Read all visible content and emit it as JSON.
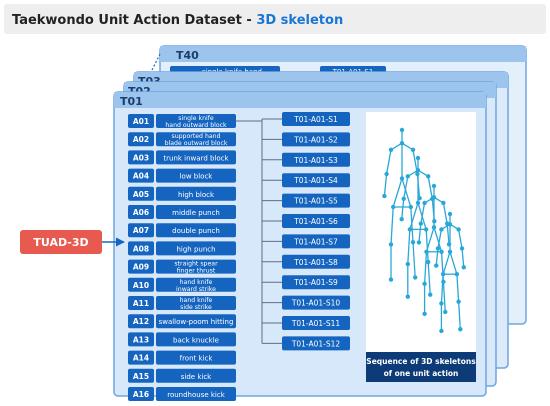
{
  "title": {
    "main": "Taekwondo Unit Action Dataset - ",
    "accent": "3D skeleton"
  },
  "badge": "TUAD-3D",
  "cards": {
    "back": "T40",
    "mid1": "T03",
    "mid2": "T02",
    "front": "T01",
    "peek_action": "single knife hand",
    "peek_sample": "T01-A01-S1"
  },
  "actions": [
    {
      "code": "A01",
      "label": "single knife hand outward block"
    },
    {
      "code": "A02",
      "label": "supported hand blade outward block"
    },
    {
      "code": "A03",
      "label": "trunk inward block"
    },
    {
      "code": "A04",
      "label": "low block"
    },
    {
      "code": "A05",
      "label": "high block"
    },
    {
      "code": "A06",
      "label": "middle punch"
    },
    {
      "code": "A07",
      "label": "double punch"
    },
    {
      "code": "A08",
      "label": "high punch"
    },
    {
      "code": "A09",
      "label": "straight spear finger thrust"
    },
    {
      "code": "A10",
      "label": "hand knife inward strike"
    },
    {
      "code": "A11",
      "label": "hand knife side strike"
    },
    {
      "code": "A12",
      "label": "swallow-poom hitting"
    },
    {
      "code": "A13",
      "label": "back knuckle"
    },
    {
      "code": "A14",
      "label": "front kick"
    },
    {
      "code": "A15",
      "label": "side kick"
    },
    {
      "code": "A16",
      "label": "roundhouse kick"
    }
  ],
  "samples": [
    "T01-A01-S1",
    "T01-A01-S2",
    "T01-A01-S3",
    "T01-A01-S4",
    "T01-A01-S5",
    "T01-A01-S6",
    "T01-A01-S7",
    "T01-A01-S8",
    "T01-A01-S9",
    "T01-A01-S10",
    "T01-A01-S11",
    "T01-A01-S12"
  ],
  "skeleton_caption": [
    "Sequence of 3D skeletons",
    "of one unit action"
  ],
  "colors": {
    "accent_blue": "#1976d2",
    "code_blue": "#1565c0",
    "card_fill": "#d6e8fa",
    "card_border": "#6ea6e0",
    "badge_red": "#e85a4f",
    "skeleton": "#29a8d8"
  }
}
